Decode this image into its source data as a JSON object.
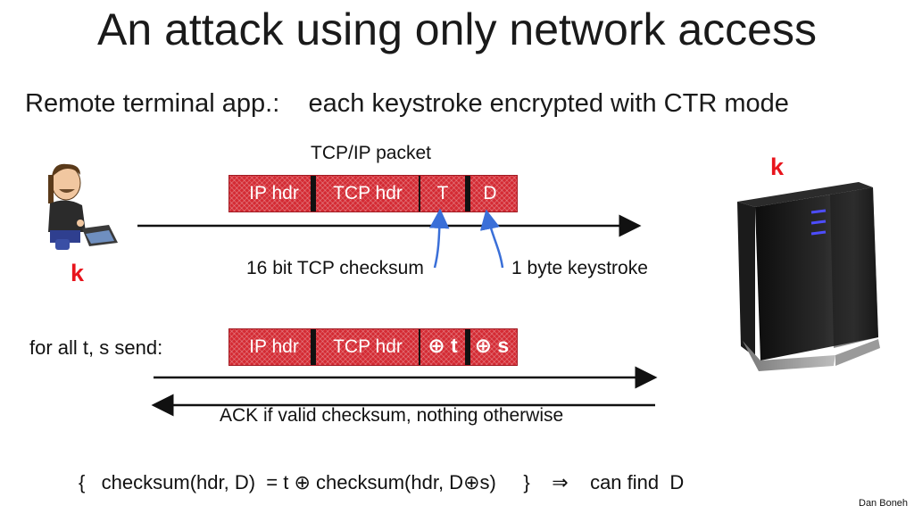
{
  "title": "An attack using only network access",
  "subtitle": "Remote terminal app.:    each keystroke encrypted with CTR mode",
  "packet_label": "TCP/IP packet",
  "server_key": "k",
  "user_key": "k",
  "packet1": {
    "ip": "IP hdr",
    "tcp": "TCP hdr",
    "t": "T",
    "d": "D"
  },
  "checksum_label": "16 bit TCP checksum",
  "keystroke_label": "1 byte keystroke",
  "for_all_label": "for all t, s send:",
  "packet2": {
    "ip": "IP hdr",
    "tcp": "TCP hdr",
    "t": "⊕ t",
    "s": "⊕ s"
  },
  "ack_label": "ACK if valid checksum,  nothing otherwise",
  "formula": "{   checksum(hdr, D)  = t ⊕ checksum(hdr, D⊕s)     }    ⇒    can find  D",
  "footer": "Dan Boneh",
  "colors": {
    "packet": "#d42a33",
    "key": "#e8141c",
    "arrow_blue": "#3a6fd8",
    "server": "#1c1c1c"
  },
  "icons": [
    "user-laptop-icon",
    "server-icon"
  ]
}
